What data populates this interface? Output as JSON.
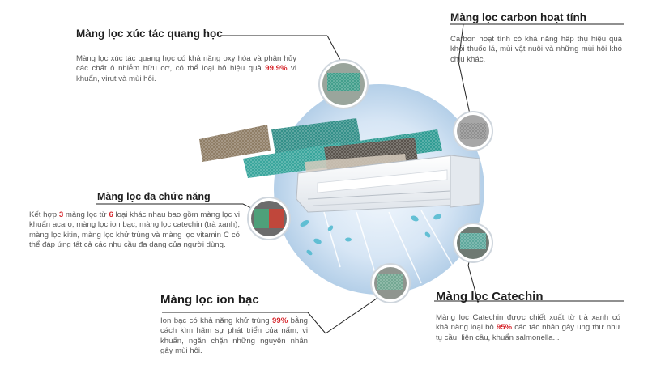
{
  "colors": {
    "highlight": "#d6262c",
    "globe": "#bcd6ee",
    "title": "#1e1e1e",
    "text": "#555555"
  },
  "filters": {
    "photocatalyst": {
      "title": "Màng lọc xúc tác quang học",
      "desc_1": "Màng lọc xúc tác quang học có khả năng oxy hóa và phân hủy các chất ô nhiễm hữu cơ, có thể loại bỏ hiệu quả ",
      "highlight_1": "99.9%",
      "desc_2": " vi khuẩn, virut và mùi hôi."
    },
    "carbon": {
      "title": "Màng lọc carbon hoạt tính",
      "desc": "Carbon hoạt tính có khả năng hấp thụ hiệu quả khói thuốc lá, mùi vật nuôi và những mùi hôi khó chịu khác."
    },
    "multi": {
      "title": "Màng lọc đa chức năng",
      "desc_1": "Kết hợp ",
      "highlight_1": "3",
      "desc_2": " màng lọc từ ",
      "highlight_2": "6",
      "desc_3": " loại khác nhau bao gồm màng lọc vi khuẩn acaro, màng lọc ion bạc, màng lọc catechin (trà xanh), màng lọc kitin, màng lọc khử trùng và màng lọc vitamin C có thể đáp ứng tất cả các nhu cầu đa dạng của người dùng."
    },
    "silver": {
      "title": "Màng lọc ion bạc",
      "desc_1": "Ion bạc có khả năng khử trùng ",
      "highlight_1": "99%",
      "desc_2": " bằng cách kìm hãm sự phát triển của nấm, vi khuẩn, ngăn chặn những nguyên nhân gây mùi hôi."
    },
    "catechin": {
      "title": "Màng lọc Catechin",
      "desc_1": "Màng lọc Catechin được chiết xuất từ trà xanh có khả năng loại bỏ ",
      "highlight_1": "95%",
      "desc_2": " các tác nhân gây ung thư như tụ cầu, liên cầu, khuẩn salmonella..."
    }
  }
}
